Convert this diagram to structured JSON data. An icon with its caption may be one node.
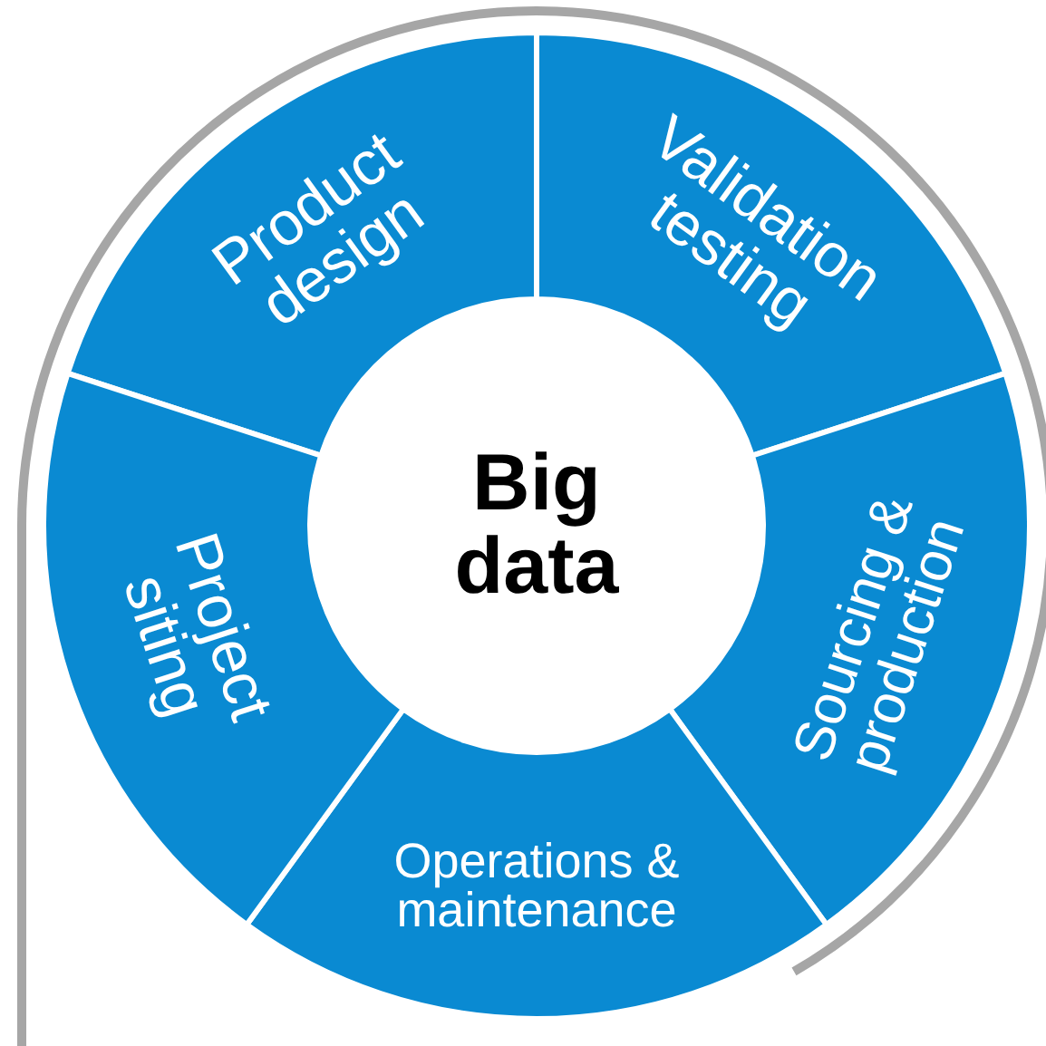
{
  "diagram": {
    "nodes": [
      {
        "text": [
          "Big data"
        ]
      },
      {
        "text": [
          "Product design"
        ]
      },
      {
        "text": [
          "Validation testing"
        ]
      },
      {
        "text": [
          "Sourcing & production"
        ]
      },
      {
        "text": [
          "Operations & maintenance"
        ]
      },
      {
        "text": [
          "Project siting"
        ]
      }
    ]
  }
}
